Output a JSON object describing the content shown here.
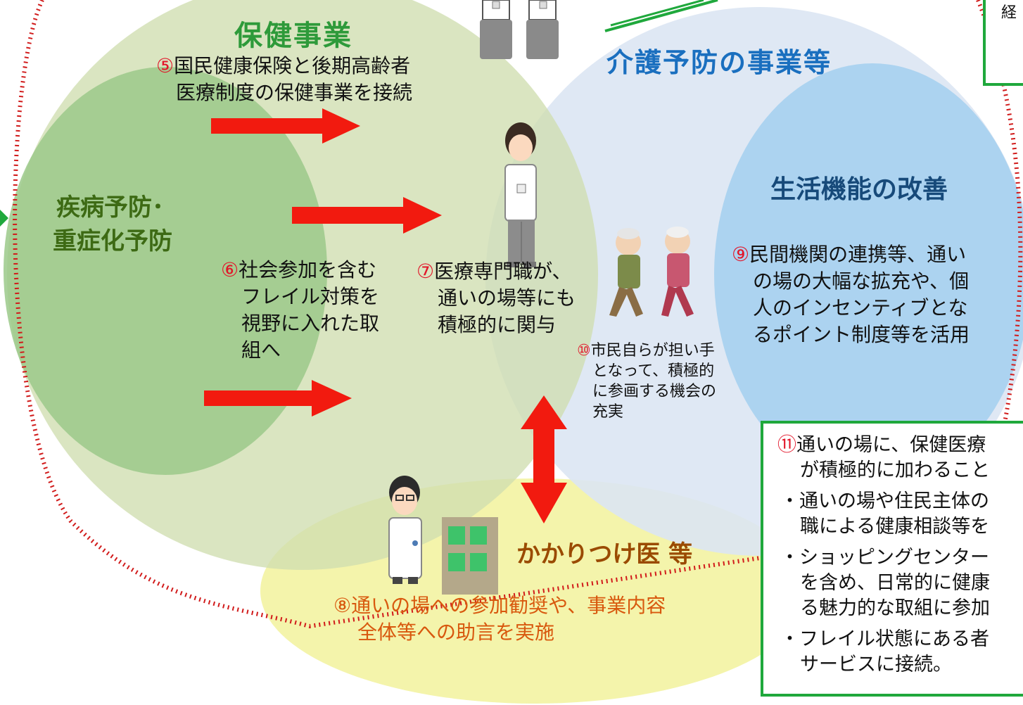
{
  "circles": {
    "hoken_title": "保健事業",
    "kaigo_title": "介護予防の事業等",
    "shippei_title_1": "疾病予防･",
    "shippei_title_2": "重症化予防",
    "seikatsu_title": "生活機能の改善",
    "kakaritsuke_title": "かかりつけ医 等"
  },
  "items": {
    "item5": {
      "num": "⑤",
      "line1": "国民健康保険と後期高齢者",
      "line2": "医療制度の保健事業を接続"
    },
    "item6": {
      "num": "⑥",
      "line1": "社会参加を含む",
      "line2": "フレイル対策を",
      "line3": "視野に入れた取",
      "line4": "組へ"
    },
    "item7": {
      "num": "⑦",
      "line1": "医療専門職が、",
      "line2": "通いの場等にも",
      "line3": "積極的に関与"
    },
    "item8": {
      "num": "⑧",
      "line1": "通いの場への参加勧奨や、事業内容",
      "line2": "全体等への助言を実施"
    },
    "item9": {
      "num": "⑨",
      "line1": "民間機関の連携等、通い",
      "line2": "の場の大幅な拡充や、個",
      "line3": "人のインセンティブとな",
      "line4": "るポイント制度等を活用"
    },
    "item10": {
      "num": "⑩",
      "line1": "市民自らが担い手",
      "line2": "となって、積極的",
      "line3": "に参画する機会の",
      "line4": "充実"
    }
  },
  "top_box": {
    "text": "経"
  },
  "right_box": {
    "item11_num": "⑪",
    "item11_line1": "通いの場に、保健医療",
    "item11_line2": "が積極的に加わること",
    "bullet1_line1": "・通いの場や住民主体の",
    "bullet1_line2": "職による健康相談等を",
    "bullet2_line1": "・ショッピングセンター",
    "bullet2_line2": "を含め、日常的に健康",
    "bullet2_line3": "る魅力的な取組に参加",
    "bullet3_line1": "・フレイル状態にある者",
    "bullet3_line2": "サービスに接続。"
  },
  "colors": {
    "hoken_circle": "#cfdeb0",
    "shippei_circle": "#9bc98a",
    "kaigo_circle": "#dce6f3",
    "seikatsu_circle": "#a9d2ef",
    "kakaritsuke_ellipse": "#f3f3a6",
    "arrow_red": "#f21a0f",
    "box_border": "#1fa83c",
    "dotted_outline": "#d11b1b"
  }
}
